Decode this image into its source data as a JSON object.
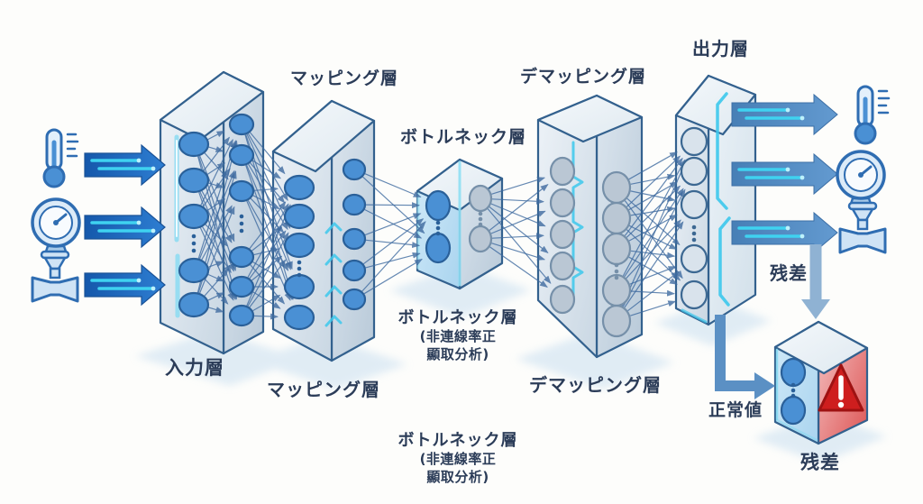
{
  "labels": {
    "input_layer": "入力層",
    "mapping_layer": "マッピング層",
    "bottleneck_layer": "ボトルネック層",
    "bottleneck_note_line1": "(非連線率正",
    "bottleneck_note_line2": "顯取分析)",
    "demapping_layer": "デマッピング層",
    "output_layer": "出力層",
    "residual": "残差",
    "normal_value": "正常値"
  },
  "icons": {
    "inputs": [
      "thermometer-icon",
      "pressure-gauge-icon",
      "valve-icon"
    ],
    "outputs": [
      "thermometer-icon",
      "pressure-gauge-icon",
      "valve-icon"
    ],
    "alert": "warning-triangle-icon"
  },
  "colors": {
    "background": "#fdfdfb",
    "text": "#2b3c58",
    "box_edge": "#33618e",
    "node_blue": "#4a90d4",
    "node_blue_stroke": "#2a6099",
    "node_gray": "#bac7d4",
    "node_gray_stroke": "#7690a9",
    "node_light": "#d9e3ec",
    "node_light_stroke": "#3c6892",
    "connection": "#3f6ba0",
    "input_arrow_dark": "#1558ab",
    "input_arrow_light": "#2e7ed2",
    "output_arrow_dark": "#477fb6",
    "output_arrow_light": "#639ad0",
    "accent_cyan": "#3cc8ec",
    "residual_arrow": "#8fb2d3",
    "normal_arrow": "#5b90c4",
    "alert_red": "#ce1e1e",
    "alert_face": "#dd5454"
  }
}
